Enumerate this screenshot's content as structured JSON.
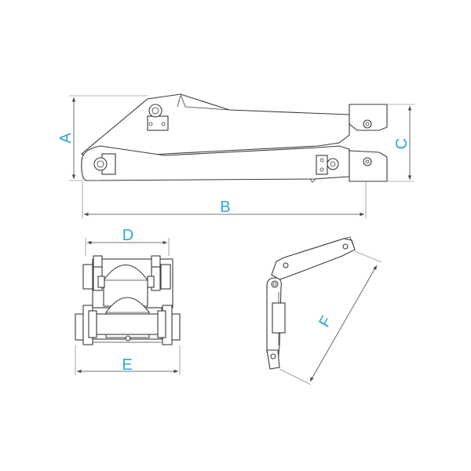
{
  "dimension_labels": {
    "a": "A",
    "b": "B",
    "c": "C",
    "d": "D",
    "e": "E",
    "f": "F"
  },
  "colors": {
    "label": "#29a8d6",
    "line": "#3a3a3a",
    "background": "#ffffff"
  }
}
